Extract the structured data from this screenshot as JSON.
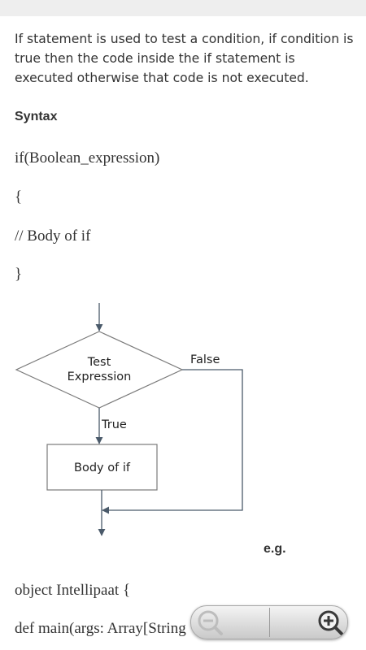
{
  "content": {
    "intro": "If statement is used to test a condition, if condition is true then the code inside the if statement is executed otherwise that code is not executed.",
    "syntax_heading": "Syntax",
    "code_lines": [
      "if(Boolean_expression)",
      "{",
      "// Body of if",
      "}"
    ],
    "example_label": "e.g.",
    "example_lines": [
      "object Intellipaat {",
      "def main(args: Array[String"
    ]
  },
  "flowchart": {
    "decision_line1": "Test",
    "decision_line2": "Expression",
    "false_label": "False",
    "true_label": "True",
    "process_label": "Body of if"
  },
  "zoom_controls": {
    "zoom_out_icon": "zoom-out-icon",
    "zoom_in_icon": "zoom-in-icon"
  }
}
